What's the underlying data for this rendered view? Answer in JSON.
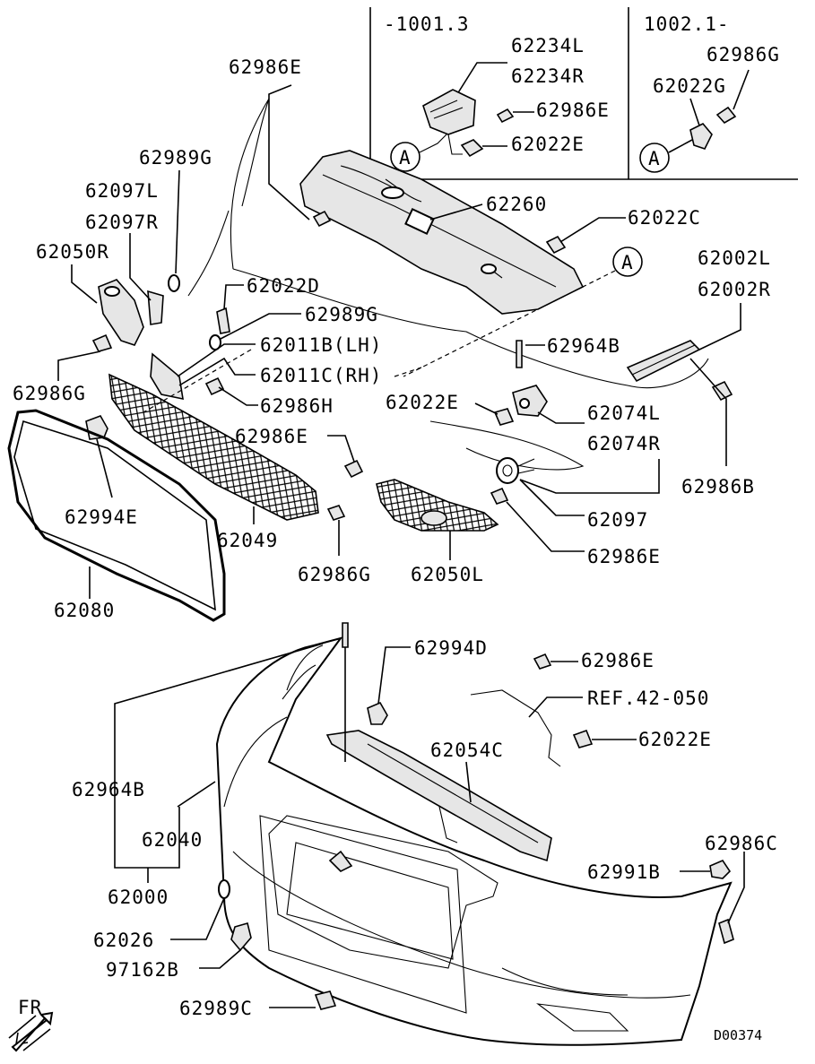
{
  "inset_left": {
    "range": "-1001.3",
    "parts": [
      "62234L",
      "62234R",
      "62986E",
      "62022E"
    ],
    "ref": "A"
  },
  "inset_right": {
    "range": "1002.1-",
    "parts": [
      "62986G",
      "62022G"
    ],
    "ref": "A"
  },
  "labels": {
    "p62986E_top": "62986E",
    "p62989G": "62989G",
    "p62097L": "62097L",
    "p62097R": "62097R",
    "p62050R": "62050R",
    "p62260": "62260",
    "p62022C": "62022C",
    "ref_a_main": "A",
    "p62002L": "62002L",
    "p62002R": "62002R",
    "p62022D": "62022D",
    "p62989G_2": "62989G",
    "p62011B": "62011B(LH)",
    "p62011C": "62011C(RH)",
    "p62964B_top": "62964B",
    "p62986G_left": "62986G",
    "p62986H": "62986H",
    "p62022E_mid": "62022E",
    "p62074L": "62074L",
    "p62074R": "62074R",
    "p62986E_mid": "62986E",
    "p62994E": "62994E",
    "p62986B": "62986B",
    "p62097": "62097",
    "p62049": "62049",
    "p62986E_right": "62986E",
    "p62986G_low": "62986G",
    "p62050L": "62050L",
    "p62080": "62080",
    "p62994D": "62994D",
    "p62986E_low": "62986E",
    "ref42050": "REF.42-050",
    "p62022E_low": "62022E",
    "p62054C": "62054C",
    "p62964B_low": "62964B",
    "p62040": "62040",
    "p62986C": "62986C",
    "p62991B": "62991B",
    "p62000": "62000",
    "p62026": "62026",
    "p97162B": "97162B",
    "p62989C": "62989C",
    "fr": "FR",
    "drawing_code": "D00374"
  }
}
